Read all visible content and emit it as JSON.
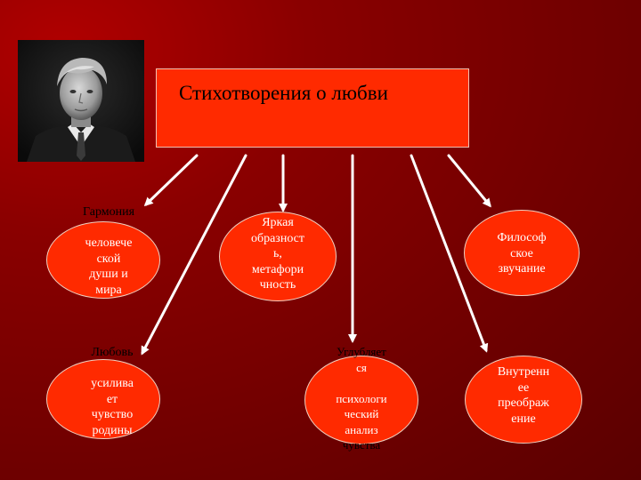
{
  "title": "Стихотворения о любви",
  "nodes": {
    "harmony": {
      "lines": [
        "Гармония",
        "",
        "человече",
        "ской",
        "души и",
        "мира"
      ]
    },
    "imagery": {
      "lines": [
        "Яркая",
        "образност",
        "ь,",
        "метафори",
        "чность"
      ]
    },
    "philosophy": {
      "lines": [
        "Философ",
        "ское",
        "звучание"
      ]
    },
    "homeland": {
      "lines": [
        "Любовь",
        "",
        "усилива",
        "ет",
        "чувство",
        "родины"
      ]
    },
    "psychology": {
      "lines": [
        "Углубляет",
        "ся",
        "",
        "психологи",
        "ческий",
        "анализ",
        "чувства"
      ]
    },
    "transformation": {
      "lines": [
        "Внутренн",
        "ее",
        "преображ",
        "ение"
      ]
    }
  },
  "colors": {
    "box_fill": "#ff2a00",
    "background": "#6e0000",
    "arrow": "#ffffff"
  },
  "icons": [
    "portrait-photo"
  ]
}
